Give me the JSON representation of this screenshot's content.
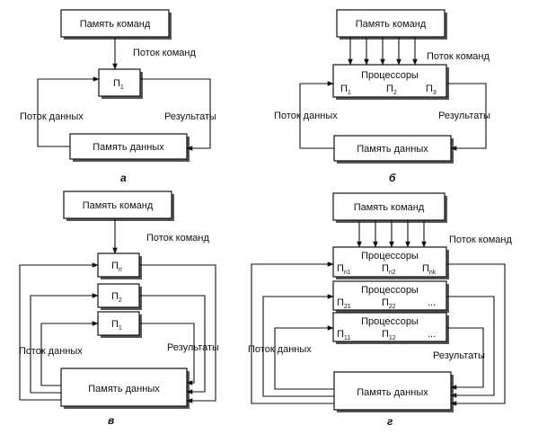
{
  "labels": {
    "command_memory": "Память команд",
    "command_stream": "Поток команд",
    "data_stream": "Поток данных",
    "results": "Результаты",
    "data_memory": "Память данных",
    "processors": "Процессоры",
    "processor_letter": "П",
    "ellipsis": "..."
  },
  "captions": {
    "a": "а",
    "b": "б",
    "v": "в",
    "g": "г"
  },
  "diagram_a": {
    "processor_sub": "1"
  },
  "diagram_b": {
    "processor_subs": [
      "1",
      "2",
      "3"
    ]
  },
  "diagram_v": {
    "processor_subs": [
      "n",
      "2",
      "1"
    ]
  },
  "diagram_g": {
    "rows": [
      {
        "subs": [
          "n1",
          "n2",
          "nk"
        ],
        "ellipsis": false
      },
      {
        "subs": [
          "21",
          "22"
        ],
        "ellipsis": true
      },
      {
        "subs": [
          "11",
          "12"
        ],
        "ellipsis": true
      }
    ]
  }
}
